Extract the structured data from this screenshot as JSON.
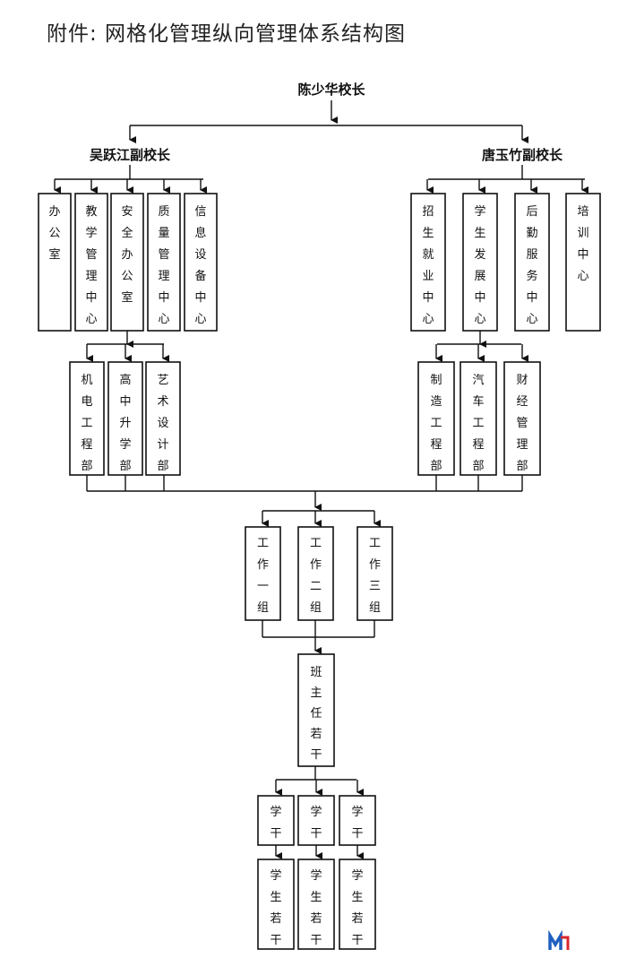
{
  "title": "附件: 网格化管理纵向管理体系结构图",
  "nodes": {
    "principal": "陈少华校长",
    "vp_left": "吴跃江副校长",
    "vp_right": "唐玉竹副校长",
    "office": "办公室",
    "teaching": "教学管理中心",
    "safety": "安全办公室",
    "quality": "质量管理中心",
    "info": "信息设备中心",
    "enroll": "招生就业中心",
    "student_dev": "学生发展中心",
    "logistics": "后勤服务中心",
    "training": "培训中心",
    "electromech": "机电工程部",
    "highschool": "高中升学部",
    "art": "艺术设计部",
    "manufacturing": "制造工程部",
    "auto": "汽车工程部",
    "finance": "财经管理部",
    "group1": "工作一组",
    "group2": "工作二组",
    "group3": "工作三组",
    "head_teachers": "班主任若干",
    "cadre1": "学干",
    "cadre2": "学干",
    "cadre3": "学干",
    "students1": "学生若干",
    "students2": "学生若干",
    "students3": "学生若干"
  },
  "logo": "M"
}
